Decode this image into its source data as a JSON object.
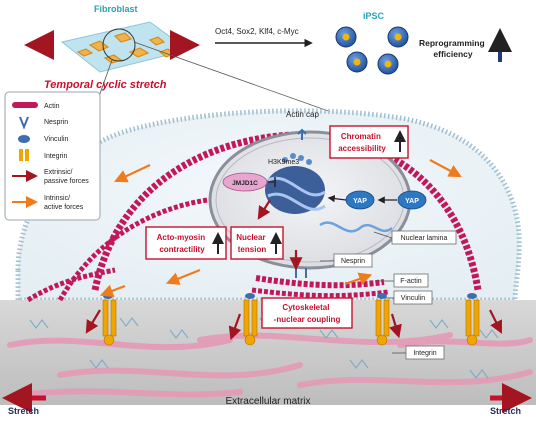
{
  "top": {
    "fibroblast": "Fibroblast",
    "factors": "Oct4, Sox2, Klf4, c-Myc",
    "ipsc": "iPSC",
    "reprogramming": [
      "Reprogramming",
      "efficiency"
    ],
    "stretch_title": "Temporal cyclic stretch"
  },
  "legend": [
    {
      "icon": "actin-icon",
      "label": "Actin"
    },
    {
      "icon": "nesprin-icon",
      "label": "Nesprin"
    },
    {
      "icon": "vinculin-icon",
      "label": "Vinculin"
    },
    {
      "icon": "integrin-icon",
      "label": "Integrin"
    },
    {
      "icon": "dark-red-arrow-icon",
      "label": [
        "Extrinsic/",
        "passive forces"
      ]
    },
    {
      "icon": "orange-arrow-icon",
      "label": [
        "Intrinsic/",
        "active forces"
      ]
    }
  ],
  "labels": {
    "actin_cap": "Actin cap",
    "chromatin": [
      "Chromatin",
      "accessibility"
    ],
    "h3k9me3": "H3K9me3",
    "jmjd1c": "JMJD1C",
    "yap_inner": "YAP",
    "yap_outer": "YAP",
    "nuclear_lamina": "Nuclear lamina",
    "actomyosin": [
      "Acto-myosin",
      "contractility"
    ],
    "nuclear_tension": [
      "Nuclear",
      "tension"
    ],
    "nesprin": "Nesprin",
    "f_actin": "F-actin",
    "vinculin": "Vinculin",
    "coupling": [
      "Cytoskeletal",
      "-nuclear coupling"
    ],
    "integrin": "Integrin",
    "ecm": "Extracellular matrix",
    "stretch_left": "Stretch",
    "stretch_right": "Stretch"
  },
  "colors": {
    "actin": "#c2185b",
    "extrinsic_arrow": "#a31621",
    "intrinsic_arrow": "#f07b1d",
    "integrin": "#f0a500",
    "yap": "#2e78c2",
    "ecm": "#c9c9c9",
    "ipsc": "#2b5fb0",
    "accent_red": "#c8102e"
  }
}
